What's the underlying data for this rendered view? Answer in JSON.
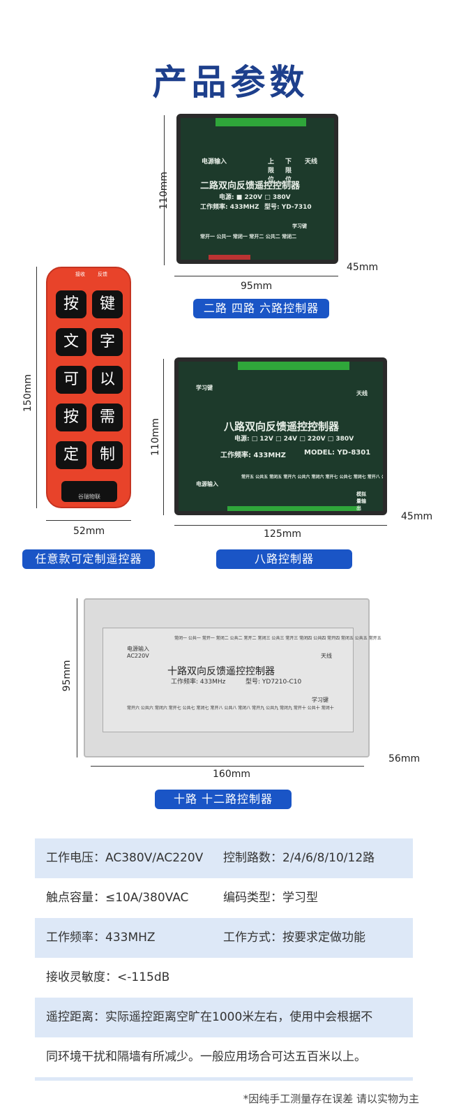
{
  "title": "产品参数",
  "devices": [
    {
      "label": "二路 四路 六路控制器",
      "height": "110mm",
      "width": "95mm",
      "depth": "45mm",
      "board_title": "二路双向反馈遥控控制器",
      "power": "电源: ■ 220V □ 380V",
      "freq": "工作频率: 433MHZ",
      "model": "型号: YD-7310",
      "power_in": "电源输入",
      "antenna": "天线",
      "upper": "上限位",
      "lower": "下限位",
      "learn": "学习键",
      "terminals": "常开一 公共一 常闭一 常开二 公共二 常闭二"
    },
    {
      "label": "八路控制器",
      "height": "110mm",
      "width": "125mm",
      "depth": "45mm",
      "board_title": "八路双向反馈遥控控制器",
      "power": "电源: □ 12V □ 24V □ 220V □ 380V",
      "freq": "工作频率: 433MHZ",
      "model": "MODEL: YD-8301",
      "power_in": "电源输入",
      "antenna": "天线",
      "learn": "学习键",
      "analog": "模拟量输出",
      "terminals": "常开五 公共五 常闭五 常开六 公共六 常闭六 常开七 公共七 常闭七 常开八 公共八 常闭八"
    },
    {
      "label": "十路 十二路控制器",
      "height": "95mm",
      "width": "160mm",
      "depth": "56mm",
      "board_title": "十路双向反馈遥控控制器",
      "freq": "工作频率: 433MHz",
      "model": "型号: YD7210-C10",
      "power_in": "电源输入 AC220V",
      "antenna": "天线",
      "learn": "学习键",
      "terminals_top": "常闭一 公共一 常开一 常闭二 公共二 常开二 常闭三 公共三 常开三 常闭四 公共四 常开四 常闭五 公共五 常开五",
      "terminals_bottom": "常开六 公共六 常闭六 常开七 公共七 常闭七 常开八 公共八 常闭八 常开九 公共九 常闭九 常开十 公共十 常闭十"
    }
  ],
  "remote": {
    "label": "任意款可定制遥控器",
    "height": "150mm",
    "width": "52mm",
    "top_left": "接收",
    "top_right": "反馈",
    "keys": [
      "按",
      "键",
      "文",
      "字",
      "可",
      "以",
      "按",
      "需",
      "定",
      "制"
    ],
    "brand": "谷瑞物联"
  },
  "specs": [
    [
      {
        "k": "工作电压：",
        "v": "AC380V/AC220V"
      },
      {
        "k": "控制路数：",
        "v": "2/4/6/8/10/12路"
      }
    ],
    [
      {
        "k": "触点容量：",
        "v": "≤10A/380VAC"
      },
      {
        "k": "编码类型：",
        "v": "学习型"
      }
    ],
    [
      {
        "k": "工作频率：",
        "v": "433MHZ"
      },
      {
        "k": "工作方式：",
        "v": "按要求定做功能"
      }
    ],
    [
      {
        "k": "接收灵敏度：",
        "v": "<-115dB"
      }
    ]
  ],
  "distance": {
    "k": "遥控距离：",
    "line1": "实际遥控距离空旷在1000米左右，使用中会根据不",
    "line2": "同环境干扰和隔墙有所减少。一般应用场合可达五百米以上。"
  },
  "footnote": "*因纯手工测量存在误差 请以实物为主"
}
